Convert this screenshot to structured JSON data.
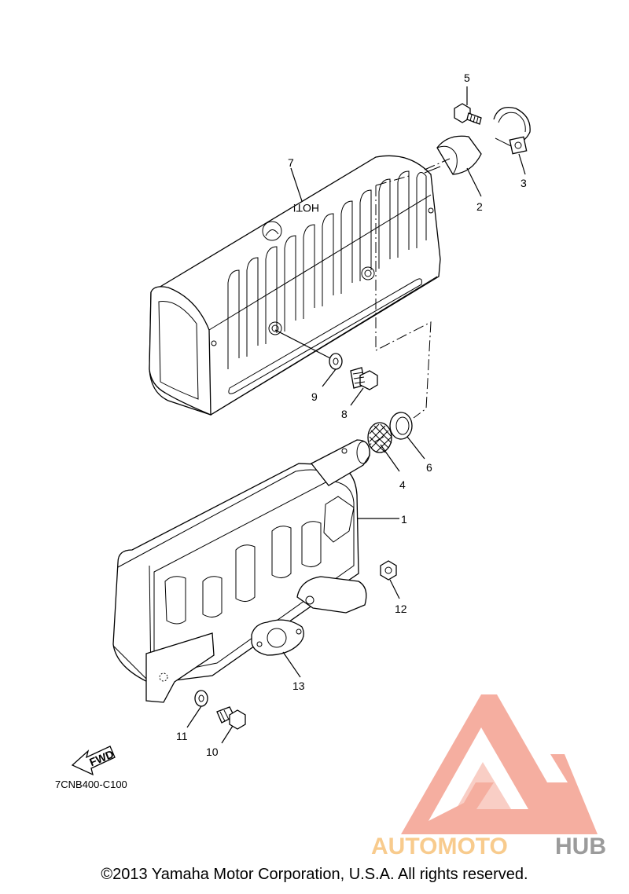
{
  "diagram_code": "7CNB400-C100",
  "fwd_label": "FWD",
  "hot_label": "HOT!",
  "copyright": "©2013 Yamaha Motor Corporation, U.S.A. All rights reserved.",
  "watermark": {
    "brand_left": "AUTOMOTO",
    "brand_right": "HUB",
    "accent_color": "#f4a090",
    "orange": "#f7c27a",
    "gray": "#8a8a8a"
  },
  "callouts": [
    "1",
    "2",
    "3",
    "4",
    "5",
    "6",
    "7",
    "8",
    "9",
    "10",
    "11",
    "12",
    "13"
  ]
}
